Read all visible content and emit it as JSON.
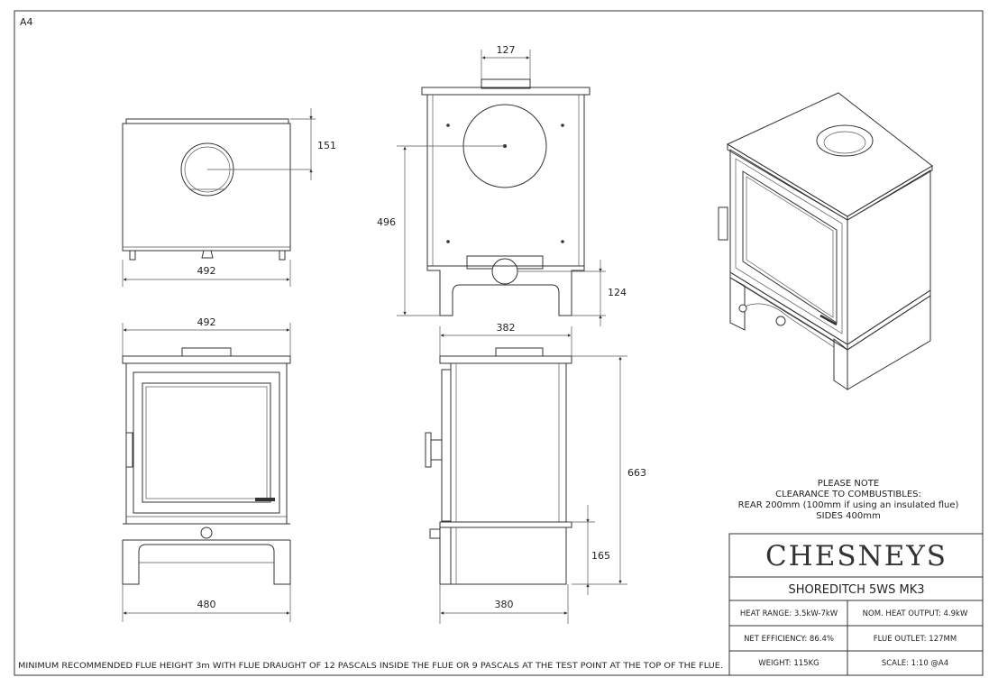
{
  "sheet": {
    "size_label": "A4"
  },
  "dimensions": {
    "top_view_width": "492",
    "top_view_flue_offset": "151",
    "rear_flue_diameter": "127",
    "rear_flue_height": "496",
    "rear_outlet_height": "124",
    "front_top_width": "492",
    "front_base_width": "480",
    "side_top_depth": "382",
    "side_base_depth": "380",
    "side_total_height": "663",
    "side_plinth_height": "165"
  },
  "notes": {
    "clearance": [
      "PLEASE NOTE",
      "CLEARANCE TO COMBUSTIBLES:",
      "REAR 200mm (100mm if using an insulated flue)",
      "SIDES 400mm"
    ],
    "flue": "MINIMUM RECOMMENDED FLUE HEIGHT 3m WITH FLUE DRAUGHT OF 12 PASCALS INSIDE THE FLUE OR 9 PASCALS AT THE TEST POINT AT THE TOP OF THE FLUE."
  },
  "title_block": {
    "brand": "CHESNEYS",
    "model": "SHOREDITCH 5WS MK3",
    "specs": [
      [
        "HEAT RANGE: 3.5kW-7kW",
        "NOM. HEAT OUTPUT: 4.9kW"
      ],
      [
        "NET EFFICIENCY: 86.4%",
        "FLUE OUTLET: 127MM"
      ],
      [
        "WEIGHT: 115KG",
        "SCALE: 1:10 @A4"
      ]
    ]
  }
}
